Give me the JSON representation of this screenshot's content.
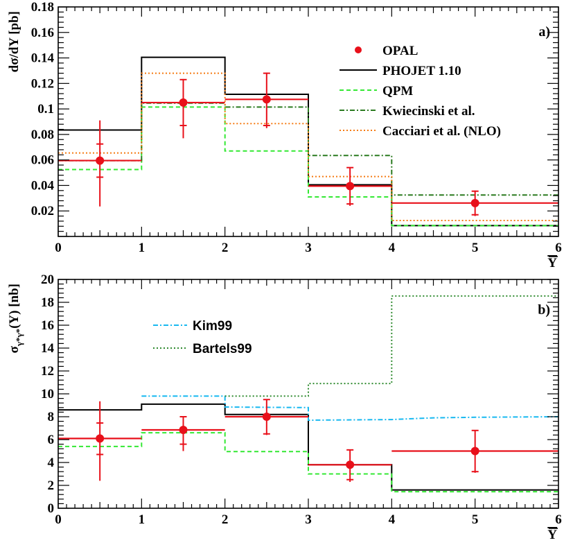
{
  "chart_data": [
    {
      "type": "line",
      "panel_label": "a)",
      "xlabel": "Y",
      "ylabel": "dσ/dY [pb]",
      "xlim": [
        0,
        6
      ],
      "ylim": [
        0,
        0.18
      ],
      "x_ticks": [
        0,
        1,
        2,
        3,
        4,
        5,
        6
      ],
      "x_tick_labels": [
        "0",
        "1",
        "2",
        "3",
        "4",
        "5",
        "6"
      ],
      "y_ticks": [
        0.02,
        0.04,
        0.06,
        0.08,
        0.1,
        0.12,
        0.14,
        0.16,
        0.18
      ],
      "y_tick_labels": [
        "0.02",
        "0.04",
        "0.06",
        "0.08",
        "0.1",
        "0.12",
        "0.14",
        "0.16",
        "0.18"
      ],
      "bin_edges": [
        0,
        1,
        2,
        3,
        4,
        6
      ],
      "legend_position": "top-right",
      "data": {
        "name": "OPAL",
        "color": "#e8101a",
        "x": [
          0.5,
          1.5,
          2.5,
          3.5,
          5.0
        ],
        "y": [
          0.0595,
          0.105,
          0.1075,
          0.0395,
          0.0262
        ],
        "stat_low": [
          0.0465,
          0.087,
          0.087,
          0.0255,
          0.017
        ],
        "stat_high": [
          0.0725,
          0.123,
          0.128,
          0.054,
          0.0355
        ],
        "tot_low": [
          0.0235,
          0.077,
          0.085,
          0.024,
          0.016
        ],
        "tot_high": [
          0.091,
          0.1235,
          0.1285,
          0.054,
          0.036
        ]
      },
      "series": [
        {
          "name": "PHOJET 1.10",
          "color": "#000000",
          "style": "solid",
          "values": [
            0.0835,
            0.1405,
            0.1115,
            0.0405,
            0.0085
          ]
        },
        {
          "name": "QPM",
          "color": "#33e833",
          "style": "dashed",
          "values": [
            0.0525,
            0.1015,
            0.067,
            0.031,
            0.0085
          ]
        },
        {
          "name": "Kwiecinski et al.",
          "color": "#2a7a1f",
          "style": "dashdot",
          "values": [
            0.0595,
            0.1045,
            0.1015,
            0.0635,
            0.0325
          ]
        },
        {
          "name": "Cacciari et al. (NLO)",
          "color": "#f57a12",
          "style": "dotted",
          "values": [
            0.0655,
            0.128,
            0.0885,
            0.047,
            0.0125
          ]
        }
      ]
    },
    {
      "type": "line",
      "panel_label": "b)",
      "xlabel": "Y",
      "ylabel": "σγ*γ*(Y) [nb]",
      "xlim": [
        0,
        6
      ],
      "ylim": [
        0,
        20
      ],
      "x_ticks": [
        0,
        1,
        2,
        3,
        4,
        5,
        6
      ],
      "x_tick_labels": [
        "0",
        "1",
        "2",
        "3",
        "4",
        "5",
        "6"
      ],
      "y_ticks": [
        0,
        2,
        4,
        6,
        8,
        10,
        12,
        14,
        16,
        18,
        20
      ],
      "y_tick_labels": [
        "0",
        "2",
        "4",
        "6",
        "8",
        "10",
        "12",
        "14",
        "16",
        "18",
        "20"
      ],
      "bin_edges": [
        0,
        1,
        2,
        3,
        4,
        6
      ],
      "legend_position": "top-left",
      "data": {
        "name": "",
        "color": "#e8101a",
        "x": [
          0.5,
          1.5,
          2.5,
          3.5,
          5.0
        ],
        "y": [
          6.1,
          6.85,
          8.0,
          3.8,
          5.0
        ],
        "stat_low": [
          4.7,
          5.6,
          6.5,
          2.5,
          3.2
        ],
        "stat_high": [
          7.45,
          8.0,
          9.5,
          5.1,
          6.8
        ],
        "tot_low": [
          2.4,
          5.0,
          6.4,
          2.3,
          3.1
        ],
        "tot_high": [
          9.35,
          8.0,
          9.5,
          5.15,
          6.8
        ]
      },
      "series": [
        {
          "name": "",
          "color": "#000000",
          "style": "solid",
          "values": [
            8.6,
            9.1,
            8.2,
            3.8,
            1.6
          ]
        },
        {
          "name": "",
          "color": "#33e833",
          "style": "dashed",
          "values": [
            5.4,
            6.6,
            4.95,
            3.0,
            1.45
          ]
        },
        {
          "name": "Kim99",
          "color": "#17b8f0",
          "style": "dashdot",
          "x": [
            1,
            2,
            2,
            3,
            3,
            4,
            4.5,
            5,
            6
          ],
          "y": [
            9.8,
            9.8,
            8.85,
            8.8,
            7.7,
            7.75,
            7.9,
            7.95,
            8.0
          ]
        },
        {
          "name": "Bartels99",
          "color": "#2e8a2e",
          "style": "dotted",
          "bin_edges": [
            2,
            3,
            4,
            6
          ],
          "values": [
            9.8,
            10.9,
            18.55
          ]
        }
      ]
    }
  ]
}
